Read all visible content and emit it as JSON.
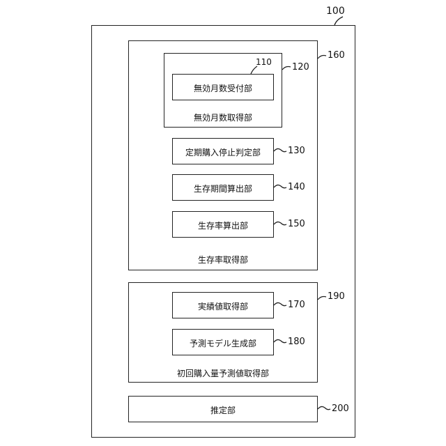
{
  "diagram": {
    "system": {
      "ref": "100"
    },
    "survival_rate_acquisition": {
      "ref": "160",
      "label": "生存率取得部",
      "invalid_months_acquisition": {
        "ref": "120",
        "label": "無効月数取得部",
        "invalid_months_reception": {
          "ref": "110",
          "label": "無効月数受付部"
        }
      },
      "subscription_stop_judgment": {
        "ref": "130",
        "label": "定期購入停止判定部"
      },
      "survival_period_calculation": {
        "ref": "140",
        "label": "生存期間算出部"
      },
      "survival_rate_calculation": {
        "ref": "150",
        "label": "生存率算出部"
      }
    },
    "first_purchase_prediction_acquisition": {
      "ref": "190",
      "label": "初回購入量予測値取得部",
      "actual_value_acquisition": {
        "ref": "170",
        "label": "実績値取得部"
      },
      "prediction_model_generation": {
        "ref": "180",
        "label": "予測モデル生成部"
      }
    },
    "estimation": {
      "ref": "200",
      "label": "推定部"
    }
  }
}
